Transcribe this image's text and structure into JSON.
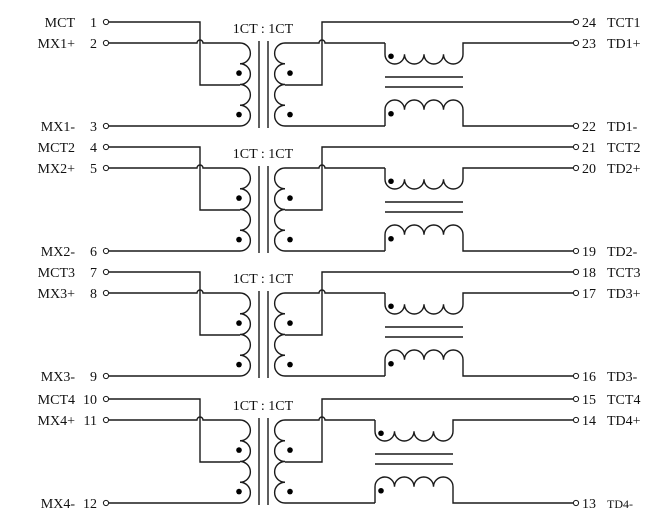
{
  "title": "Ethernet magnetics: 4-channel transformer with common mode chokes",
  "ratio_label": "1CT : 1CT",
  "colors": {
    "line": "#1a1a1a",
    "background": "#ffffff"
  },
  "channels": [
    {
      "ratio": "1CT : 1CT",
      "left": [
        {
          "pin": "1",
          "name": "MCT"
        },
        {
          "pin": "2",
          "name": "MX1+"
        },
        {
          "pin": "3",
          "name": "MX1-"
        }
      ],
      "right": [
        {
          "pin": "24",
          "name": "TCT1"
        },
        {
          "pin": "23",
          "name": "TD1+"
        },
        {
          "pin": "22",
          "name": "TD1-"
        }
      ]
    },
    {
      "ratio": "1CT : 1CT",
      "left": [
        {
          "pin": "4",
          "name": "MCT2"
        },
        {
          "pin": "5",
          "name": "MX2+"
        },
        {
          "pin": "6",
          "name": "MX2-"
        }
      ],
      "right": [
        {
          "pin": "21",
          "name": "TCT2"
        },
        {
          "pin": "20",
          "name": "TD2+"
        },
        {
          "pin": "19",
          "name": "TD2-"
        }
      ]
    },
    {
      "ratio": "1CT : 1CT",
      "left": [
        {
          "pin": "7",
          "name": "MCT3"
        },
        {
          "pin": "8",
          "name": "MX3+"
        },
        {
          "pin": "9",
          "name": "MX3-"
        }
      ],
      "right": [
        {
          "pin": "18",
          "name": "TCT3"
        },
        {
          "pin": "17",
          "name": "TD3+"
        },
        {
          "pin": "16",
          "name": "TD3-"
        }
      ]
    },
    {
      "ratio": "1CT : 1CT",
      "left": [
        {
          "pin": "10",
          "name": "MCT4"
        },
        {
          "pin": "11",
          "name": "MX4+"
        },
        {
          "pin": "12",
          "name": "MX4-"
        }
      ],
      "right": [
        {
          "pin": "15",
          "name": "TCT4"
        },
        {
          "pin": "14",
          "name": "TD4+"
        },
        {
          "pin": "13",
          "name": "TD4-"
        }
      ]
    }
  ]
}
